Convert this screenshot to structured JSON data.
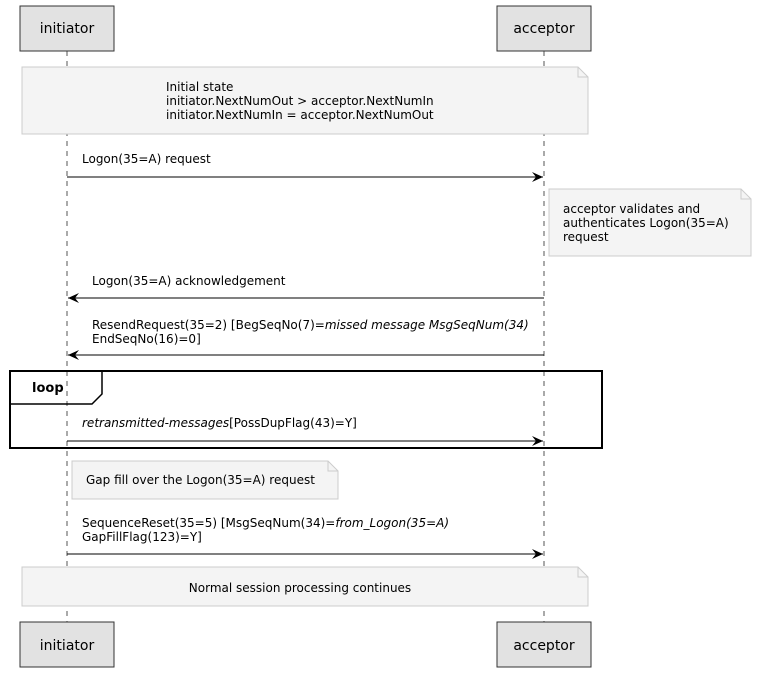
{
  "participants": {
    "initiator": "initiator",
    "acceptor": "acceptor"
  },
  "notes": {
    "initial_state": [
      "Initial state",
      "initiator.NextNumOut > acceptor.NextNumIn",
      "initiator.NextNumIn = acceptor.NextNumOut"
    ],
    "validate": [
      "acceptor validates and",
      "authenticates Logon(35=A)",
      "request"
    ],
    "gap_fill": "Gap fill over the Logon(35=A) request",
    "normal": "Normal session processing continues"
  },
  "messages": {
    "logon_request": "Logon(35=A) request",
    "logon_ack": "Logon(35=A) acknowledgement",
    "resend_prefix": "ResendRequest(35=2) [BegSeqNo(7)=",
    "resend_italic": "missed message MsgSeqNum(34)",
    "resend_line2": "EndSeqNo(16)=0]",
    "retransmit_italic": "retransmitted-messages",
    "retransmit_suffix": "[PossDupFlag(43)=Y]",
    "seqreset_prefix": "SequenceReset(35=5) [MsgSeqNum(34)=",
    "seqreset_italic": "from_Logon(35=A)",
    "seqreset_line2": "GapFillFlag(123)=Y]"
  },
  "loop_label": "loop",
  "colors": {
    "participant_fill": "#e2e2e2",
    "note_fill": "#f4f4f4",
    "note_border": "#cccccc",
    "line": "#000000"
  }
}
